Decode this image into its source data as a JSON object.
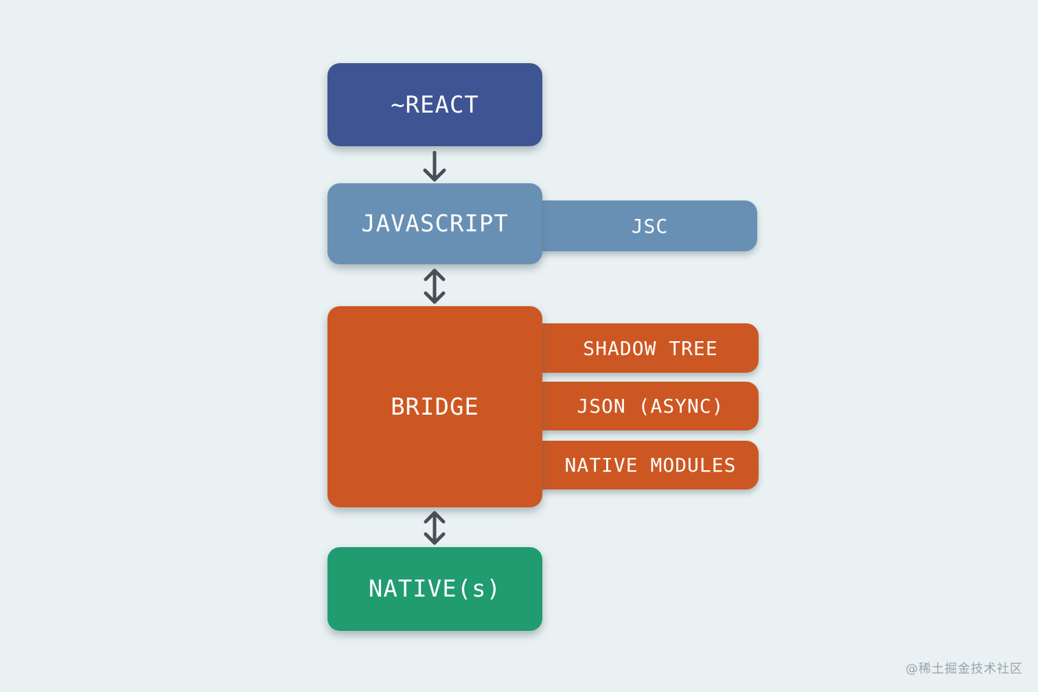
{
  "canvas": {
    "background": "#e9f1f3",
    "arrow_color": "#484f55"
  },
  "nodes": {
    "react": {
      "label": "~REACT",
      "color": "#3f5492"
    },
    "javascript": {
      "label": "JAVASCRIPT",
      "color": "#6890b4"
    },
    "jsc": {
      "label": "JSC",
      "color": "#6890b4"
    },
    "bridge": {
      "label": "BRIDGE",
      "color": "#cd5722"
    },
    "shadow_tree": {
      "label": "SHADOW TREE",
      "color": "#cd5722"
    },
    "json_async": {
      "label": "JSON (ASYNC)",
      "color": "#cd5722"
    },
    "native_modules": {
      "label": "NATIVE MODULES",
      "color": "#cd5722"
    },
    "natives": {
      "label": "NATIVE(s)",
      "color": "#219b70"
    }
  },
  "arrows": [
    {
      "from": "react",
      "to": "javascript",
      "direction": "down"
    },
    {
      "from": "javascript",
      "to": "bridge",
      "direction": "both"
    },
    {
      "from": "bridge",
      "to": "natives",
      "direction": "both"
    }
  ],
  "watermark": {
    "text": "@稀土掘金技术社区",
    "color": "#98a4aa"
  }
}
